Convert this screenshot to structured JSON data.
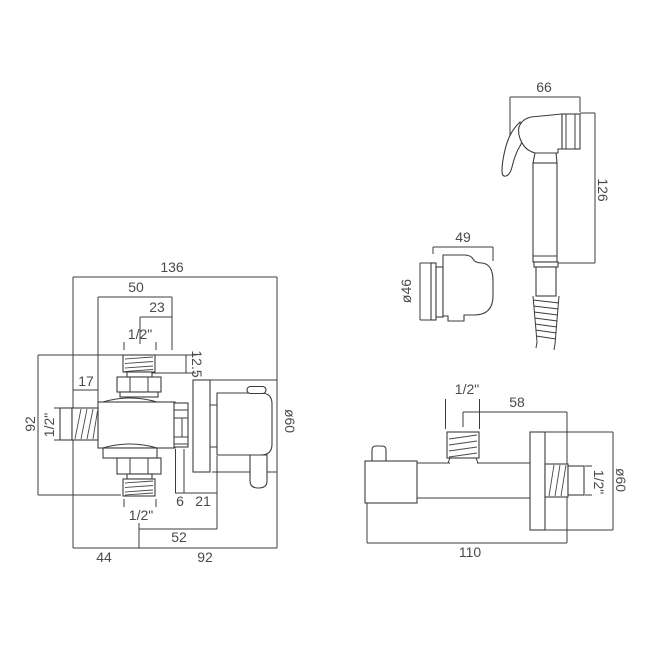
{
  "drawing": {
    "title": "Technical dimension drawing - shower douche kit",
    "line_color": "#3c3c3c",
    "text_color": "#4a4a4a",
    "background": "#ffffff",
    "views": {
      "front_valve": {
        "dims": {
          "total_width": "136",
          "body_width": "50",
          "top_offset": "23",
          "top_thread": "1/2\"",
          "collar_height": "12.5",
          "left_offset": "17",
          "height": "92",
          "left_thread": "1/2\"",
          "plate_dia": "ø60",
          "gap": "6",
          "plate_depth": "21",
          "bottom_thread": "1/2\"",
          "bottom_offset": "52",
          "bottom_left": "44",
          "bottom_width": "92"
        }
      },
      "hand_spray": {
        "dims": {
          "width": "66",
          "height": "126"
        }
      },
      "holder": {
        "dims": {
          "width": "49",
          "dia": "ø46"
        }
      },
      "side_valve": {
        "dims": {
          "top_thread": "1/2\"",
          "top_offset": "58",
          "plate_dia": "ø60",
          "out_thread": "1/2\"",
          "length": "110"
        }
      }
    }
  }
}
